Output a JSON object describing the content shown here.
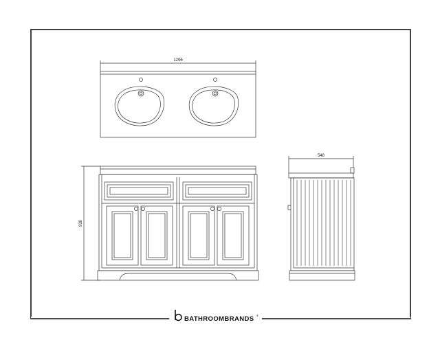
{
  "drawing": {
    "dimensions": {
      "top_width": "1296",
      "side_depth": "548",
      "front_height": "930"
    }
  },
  "footer": {
    "brand_name": "BATHROOMBRANDS",
    "brand_mark": "®",
    "logo_icon": "b-circle-logo-icon"
  }
}
